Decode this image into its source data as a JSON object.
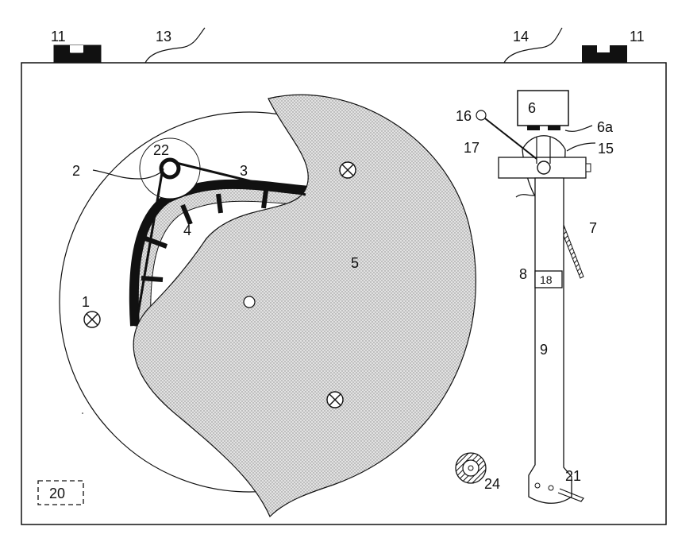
{
  "figure": {
    "labels": {
      "turntable_bearing": "1",
      "motor_pulley": "2",
      "drive_belt": "3",
      "subplatter": "4",
      "platter": "5",
      "cartridge": "6",
      "stylus": "6a",
      "lift_lever": "7",
      "arm_pivot": "8",
      "tonearm": "9",
      "foot_left": "11",
      "foot_right": "11",
      "cable_left": "13",
      "cable_right": "14",
      "headshell_part": "15",
      "finger_lift": "16",
      "headshell_screw": "17",
      "arm_badge": "18",
      "hidden_unit": "20",
      "arm_rest": "21",
      "pulley_housing": "22",
      "speed_knob": "24"
    }
  }
}
